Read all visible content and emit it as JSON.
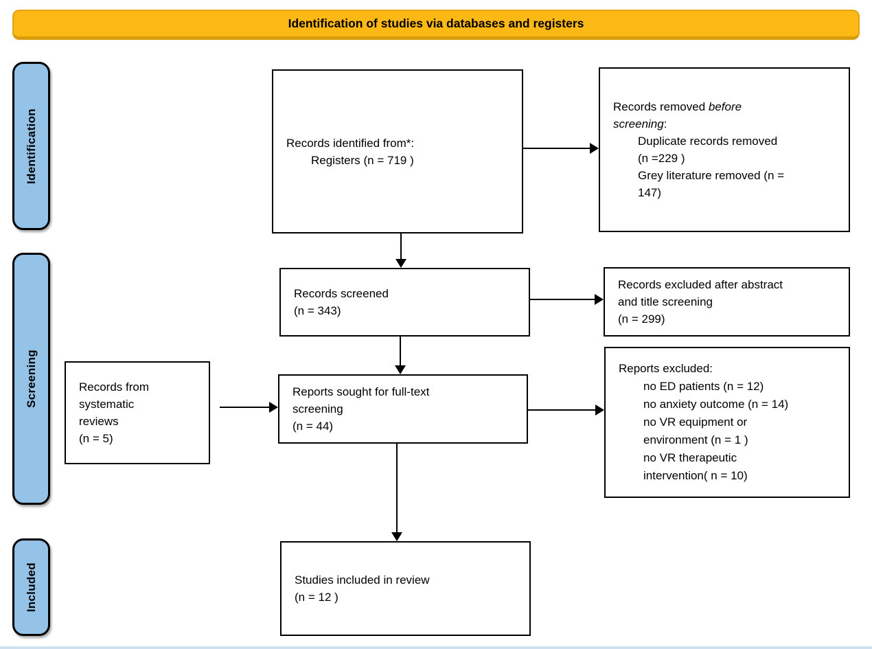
{
  "banner": {
    "title": "Identification of studies via databases and registers"
  },
  "stages": {
    "identification": "Identification",
    "screening": "Screening",
    "included": "Included"
  },
  "colors": {
    "banner_fill": "#FCB814",
    "banner_edge": "#E3A312",
    "banner_edge_dark": "#D79C0A",
    "stage_fill": "#95C3E8",
    "box_border": "#000000",
    "bottom_strip": "#CFE0EF"
  },
  "boxes": {
    "records_identified": {
      "lines": [
        {
          "indent": 0,
          "text": "Records identified from*:"
        },
        {
          "indent": 1,
          "text": "Registers (n = 719 )"
        }
      ]
    },
    "records_removed": {
      "lines": [
        {
          "indent": 0,
          "segments": [
            {
              "text": "Records removed ",
              "italic": false
            },
            {
              "text": "before",
              "italic": true
            }
          ]
        },
        {
          "indent": 0,
          "segments": [
            {
              "text": "screening",
              "italic": true
            },
            {
              "text": ":",
              "italic": false
            }
          ]
        },
        {
          "indent": 1,
          "text": "Duplicate records removed"
        },
        {
          "indent": 1,
          "text": "(n =229 )"
        },
        {
          "indent": 1,
          "text": "Grey literature removed (n ="
        },
        {
          "indent": 1,
          "text": "147)"
        }
      ]
    },
    "records_screened": {
      "lines": [
        {
          "indent": 0,
          "text": "Records screened"
        },
        {
          "indent": 0,
          "text": "(n = 343)"
        }
      ]
    },
    "records_excluded": {
      "lines": [
        {
          "indent": 0,
          "text": "Records excluded after abstract"
        },
        {
          "indent": 0,
          "text": "and title screening"
        },
        {
          "indent": 0,
          "text": "(n = 299)"
        }
      ]
    },
    "systematic_reviews": {
      "lines": [
        {
          "indent": 0,
          "text": "Records from"
        },
        {
          "indent": 0,
          "text": "systematic"
        },
        {
          "indent": 0,
          "text": "reviews"
        },
        {
          "indent": 0,
          "text": "(n = 5)"
        }
      ]
    },
    "reports_sought": {
      "lines": [
        {
          "indent": 0,
          "text": "Reports sought for full-text"
        },
        {
          "indent": 0,
          "text": "screening"
        },
        {
          "indent": 0,
          "text": "(n = 44)"
        }
      ]
    },
    "reports_excluded": {
      "lines": [
        {
          "indent": 0,
          "text": "Reports excluded:"
        },
        {
          "indent": 1,
          "text": "no ED patients (n = 12)"
        },
        {
          "indent": 1,
          "text": "no anxiety outcome (n = 14)"
        },
        {
          "indent": 1,
          "text": "no VR equipment or"
        },
        {
          "indent": 1,
          "text": "environment (n = 1 )"
        },
        {
          "indent": 1,
          "text": "no VR therapeutic"
        },
        {
          "indent": 1,
          "text": "intervention( n = 10)"
        }
      ]
    },
    "studies_included": {
      "lines": [
        {
          "indent": 0,
          "text": "Studies included in review"
        },
        {
          "indent": 0,
          "text": "(n = 12 )"
        }
      ]
    }
  }
}
